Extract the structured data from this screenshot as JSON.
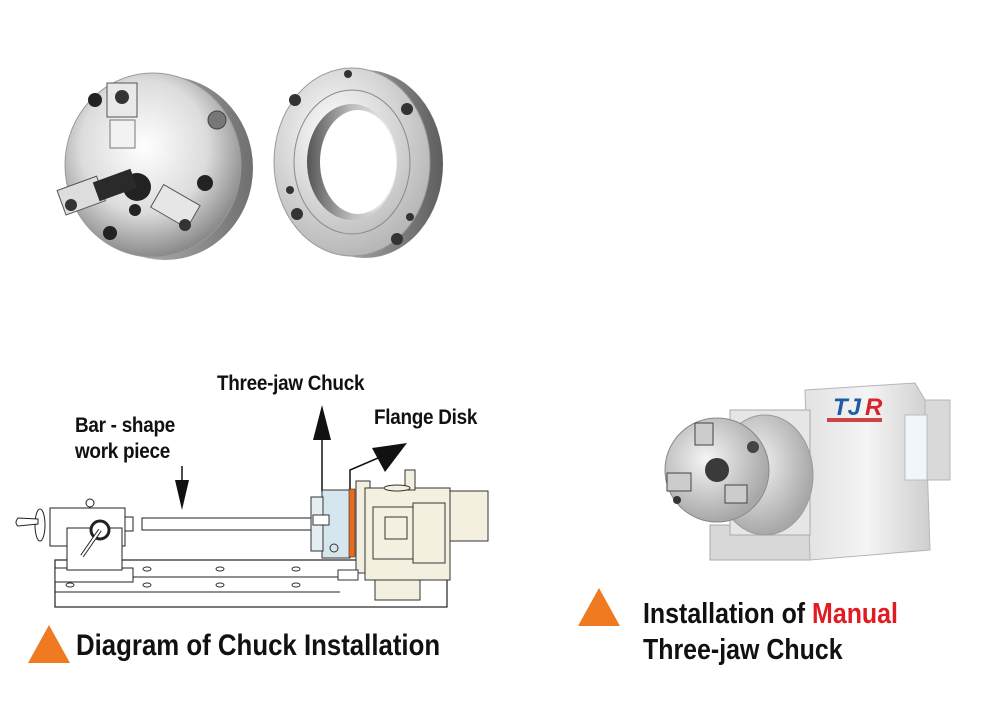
{
  "products": {
    "chuck_photo": {
      "label": "three-jaw-chuck"
    },
    "flange_photo": {
      "label": "flange-disk"
    }
  },
  "diagram": {
    "labels": {
      "three_jaw_chuck": "Three-jaw Chuck",
      "flange_disk": "Flange Disk",
      "bar_shape_line1": "Bar - shape",
      "bar_shape_line2": "work piece"
    },
    "caption": "Diagram of Chuck Installation"
  },
  "installation": {
    "brand": "TJR",
    "caption_prefix": "Installation of ",
    "caption_highlight": "Manual",
    "caption_line2": "Three-jaw Chuck"
  },
  "colors": {
    "accent_orange": "#f07a22",
    "highlight_red": "#e01b22",
    "text": "#111111"
  }
}
